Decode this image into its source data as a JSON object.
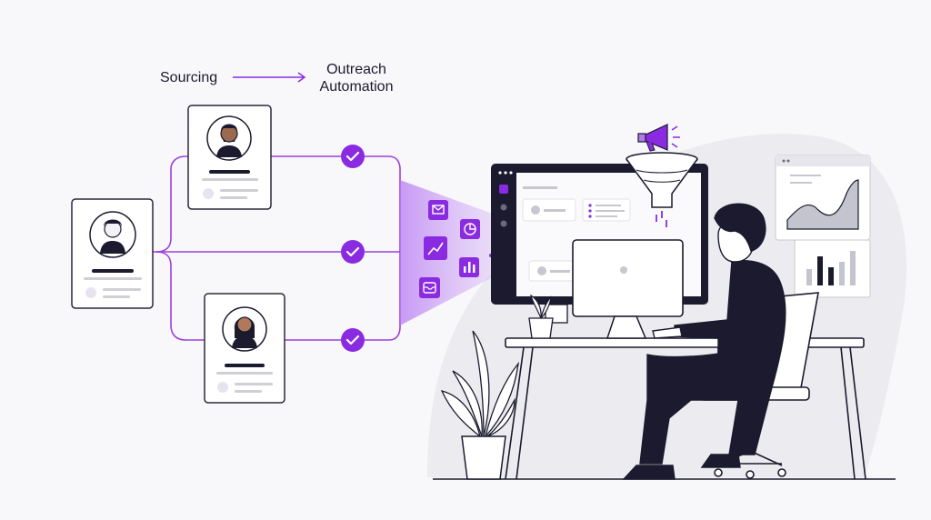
{
  "labels": {
    "sourcing": "Sourcing",
    "outreach_line1": "Outreach",
    "outreach_line2": "Automation"
  },
  "colors": {
    "accent": "#8a2be2",
    "ink": "#1b1a2e",
    "card_border": "#2a2838",
    "bubble": "#ececf0",
    "line_gray": "#cfcfd6"
  },
  "icons": {
    "pipeline_check": "check-icon",
    "channel_icons": [
      "mail-icon",
      "trend-icon",
      "pie-chart-icon",
      "bar-chart-icon",
      "inbox-icon"
    ],
    "announcement": "megaphone-icon",
    "filter": "funnel-icon",
    "play": "play-icon"
  }
}
